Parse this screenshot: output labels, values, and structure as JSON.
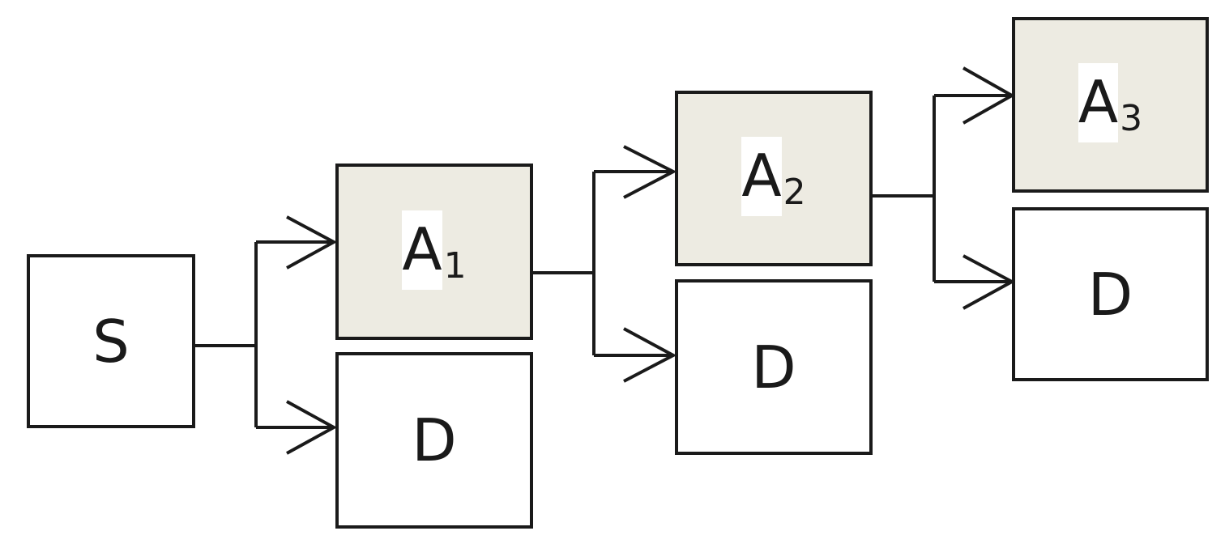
{
  "colors": {
    "line": "#1a1a1a",
    "shaded_fill": "#edebe2",
    "plain_fill": "#ffffff"
  },
  "nodes": {
    "s": {
      "label": "S"
    },
    "a1": {
      "letter": "A",
      "sub": "1"
    },
    "d1": {
      "label": "D"
    },
    "a2": {
      "letter": "A",
      "sub": "2"
    },
    "d2": {
      "label": "D"
    },
    "a3": {
      "letter": "A",
      "sub": "3"
    },
    "d3": {
      "label": "D"
    }
  },
  "edges": [
    {
      "from": "s",
      "to": "a1"
    },
    {
      "from": "s",
      "to": "d1"
    },
    {
      "from": "a1",
      "to": "a2"
    },
    {
      "from": "a1",
      "to": "d2"
    },
    {
      "from": "a2",
      "to": "a3"
    },
    {
      "from": "a2",
      "to": "d3"
    }
  ]
}
